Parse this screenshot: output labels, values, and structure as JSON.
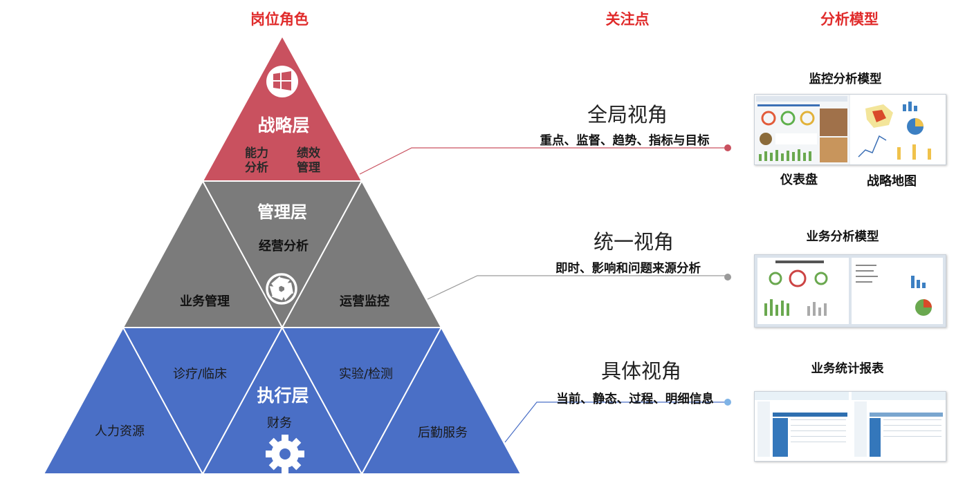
{
  "headers": {
    "roles": "岗位角色",
    "focus": "关注点",
    "models": "分析模型"
  },
  "pyramid": {
    "strategy": {
      "title": "战略层",
      "left_item_line1": "能力",
      "left_item_line2": "分析",
      "right_item_line1": "绩效",
      "right_item_line2": "管理",
      "icon": "windows-icon",
      "color": "#c9515f"
    },
    "management": {
      "title": "管理层",
      "center_item": "经营分析",
      "left_item": "业务管理",
      "right_item": "运营监控",
      "icon": "aperture-icon",
      "color": "#7b7b7b"
    },
    "execution": {
      "title": "执行层",
      "items": [
        "人力资源",
        "诊疗/临床",
        "财务",
        "实验/检测",
        "后勤服务"
      ],
      "icon": "gear-icon",
      "color": "#4a6fc6"
    }
  },
  "views": [
    {
      "title": "全局视角",
      "focus": "重点、监督、趋势、指标与目标",
      "dot_color": "#c9515f"
    },
    {
      "title": "统一视角",
      "focus": "即时、影响和问题来源分析",
      "dot_color": "#9a9a9a"
    },
    {
      "title": "具体视角",
      "focus": "当前、静态、过程、明细信息",
      "dot_color": "#7fb3e6"
    }
  ],
  "models": [
    {
      "title": "监控分析模型",
      "captions": [
        "仪表盘",
        "战略地图"
      ]
    },
    {
      "title": "业务分析模型",
      "captions": []
    },
    {
      "title": "业务统计报表",
      "captions": []
    }
  ]
}
